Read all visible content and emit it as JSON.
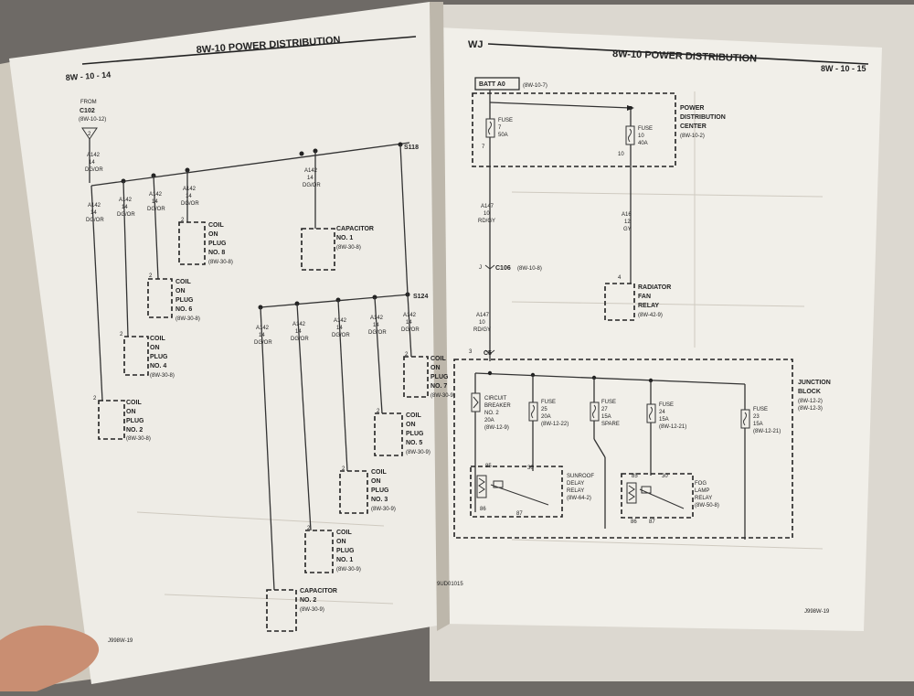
{
  "colors": {
    "background": "#6e6a66",
    "page": "#f1efe9",
    "ink": "#222222"
  },
  "left_page": {
    "header_title": "8W-10 POWER DISTRIBUTION",
    "page_number": "8W - 10 - 14",
    "footer_code": "J998W-19",
    "from_label": "FROM",
    "from_connector": "C102",
    "from_ref": "(8W-10-12)",
    "from_pin": "2",
    "splice_top": "S118",
    "splice_mid": "S124",
    "wire_circuit": "A142",
    "wire_gauge": "14",
    "wire_color": "DG/OR",
    "components": [
      {
        "name_l1": "COIL",
        "name_l2": "ON",
        "name_l3": "PLUG",
        "name_l4": "NO. 2",
        "ref": "(8W-30-8)",
        "pin": "2"
      },
      {
        "name_l1": "COIL",
        "name_l2": "ON",
        "name_l3": "PLUG",
        "name_l4": "NO. 4",
        "ref": "(8W-30-8)",
        "pin": "2"
      },
      {
        "name_l1": "COIL",
        "name_l2": "ON",
        "name_l3": "PLUG",
        "name_l4": "NO. 6",
        "ref": "(8W-30-8)",
        "pin": "2"
      },
      {
        "name_l1": "COIL",
        "name_l2": "ON",
        "name_l3": "PLUG",
        "name_l4": "NO. 8",
        "ref": "(8W-30-8)",
        "pin": "2"
      },
      {
        "name_l1": "CAPACITOR",
        "name_l2": "NO. 1",
        "name_l3": "(8W-30-8)",
        "name_l4": "",
        "ref": "",
        "pin": ""
      },
      {
        "name_l1": "CAPACITOR",
        "name_l2": "NO. 2",
        "name_l3": "(8W-30-9)",
        "name_l4": "",
        "ref": "",
        "pin": ""
      },
      {
        "name_l1": "COIL",
        "name_l2": "ON",
        "name_l3": "PLUG",
        "name_l4": "NO. 1",
        "ref": "(8W-30-9)",
        "pin": "2"
      },
      {
        "name_l1": "COIL",
        "name_l2": "ON",
        "name_l3": "PLUG",
        "name_l4": "NO. 3",
        "ref": "(8W-30-9)",
        "pin": "2"
      },
      {
        "name_l1": "COIL",
        "name_l2": "ON",
        "name_l3": "PLUG",
        "name_l4": "NO. 5",
        "ref": "(8W-30-9)",
        "pin": "2"
      },
      {
        "name_l1": "COIL",
        "name_l2": "ON",
        "name_l3": "PLUG",
        "name_l4": "NO. 7",
        "ref": "(8W-30-9)",
        "pin": "2"
      }
    ]
  },
  "right_page": {
    "model": "WJ",
    "header_title": "8W-10 POWER DISTRIBUTION",
    "page_number": "8W - 10 - 15",
    "footer_code": "J998W-19",
    "center_code": "9UD01015",
    "batt": "BATT A0",
    "batt_ref": "(8W-10-7)",
    "pdc_l1": "POWER",
    "pdc_l2": "DISTRIBUTION",
    "pdc_l3": "CENTER",
    "pdc_ref": "(8W-10-2)",
    "fuse7": {
      "l1": "FUSE",
      "l2": "7",
      "l3": "50A",
      "pin": "7"
    },
    "fuse10": {
      "l1": "FUSE",
      "l2": "10",
      "l3": "40A",
      "pin": "10"
    },
    "wire_a147": {
      "circuit": "A147",
      "gauge": "10",
      "color": "RD/GY"
    },
    "wire_a16": {
      "circuit": "A16",
      "gauge": "12",
      "color": "GY"
    },
    "c106": "C106",
    "c106_ref": "(8W-10-8)",
    "c106_pin": "J",
    "c5": "C5",
    "c5_pin": "3",
    "radiator": {
      "l1": "RADIATOR",
      "l2": "FAN",
      "l3": "RELAY",
      "ref": "(8W-42-9)",
      "pin": "4"
    },
    "jb_l1": "JUNCTION",
    "jb_l2": "BLOCK",
    "jb_ref1": "(8W-12-2)",
    "jb_ref2": "(8W-12-3)",
    "cb": {
      "l1": "CIRCUIT",
      "l2": "BREAKER",
      "l3": "NO. 2",
      "l4": "20A",
      "ref": "(8W-12-9)"
    },
    "fuse25": {
      "l1": "FUSE",
      "l2": "25",
      "l3": "20A",
      "ref": "(8W-12-22)"
    },
    "fuse27": {
      "l1": "FUSE",
      "l2": "27",
      "l3": "15A",
      "ref": "SPARE"
    },
    "fuse24": {
      "l1": "FUSE",
      "l2": "24",
      "l3": "15A",
      "ref": "(8W-12-21)"
    },
    "fuse23": {
      "l1": "FUSE",
      "l2": "23",
      "l3": "15A",
      "ref": "(8W-12-21)"
    },
    "sunroof": {
      "l1": "SUNROOF",
      "l2": "DELAY",
      "l3": "RELAY",
      "ref": "(8W-64-2)"
    },
    "foglamp": {
      "l1": "FOG",
      "l2": "LAMP",
      "l3": "RELAY",
      "ref": "(8W-50-8)"
    },
    "relay_pins": {
      "p85": "85",
      "p86": "86",
      "p87": "87",
      "p30": "30"
    }
  }
}
